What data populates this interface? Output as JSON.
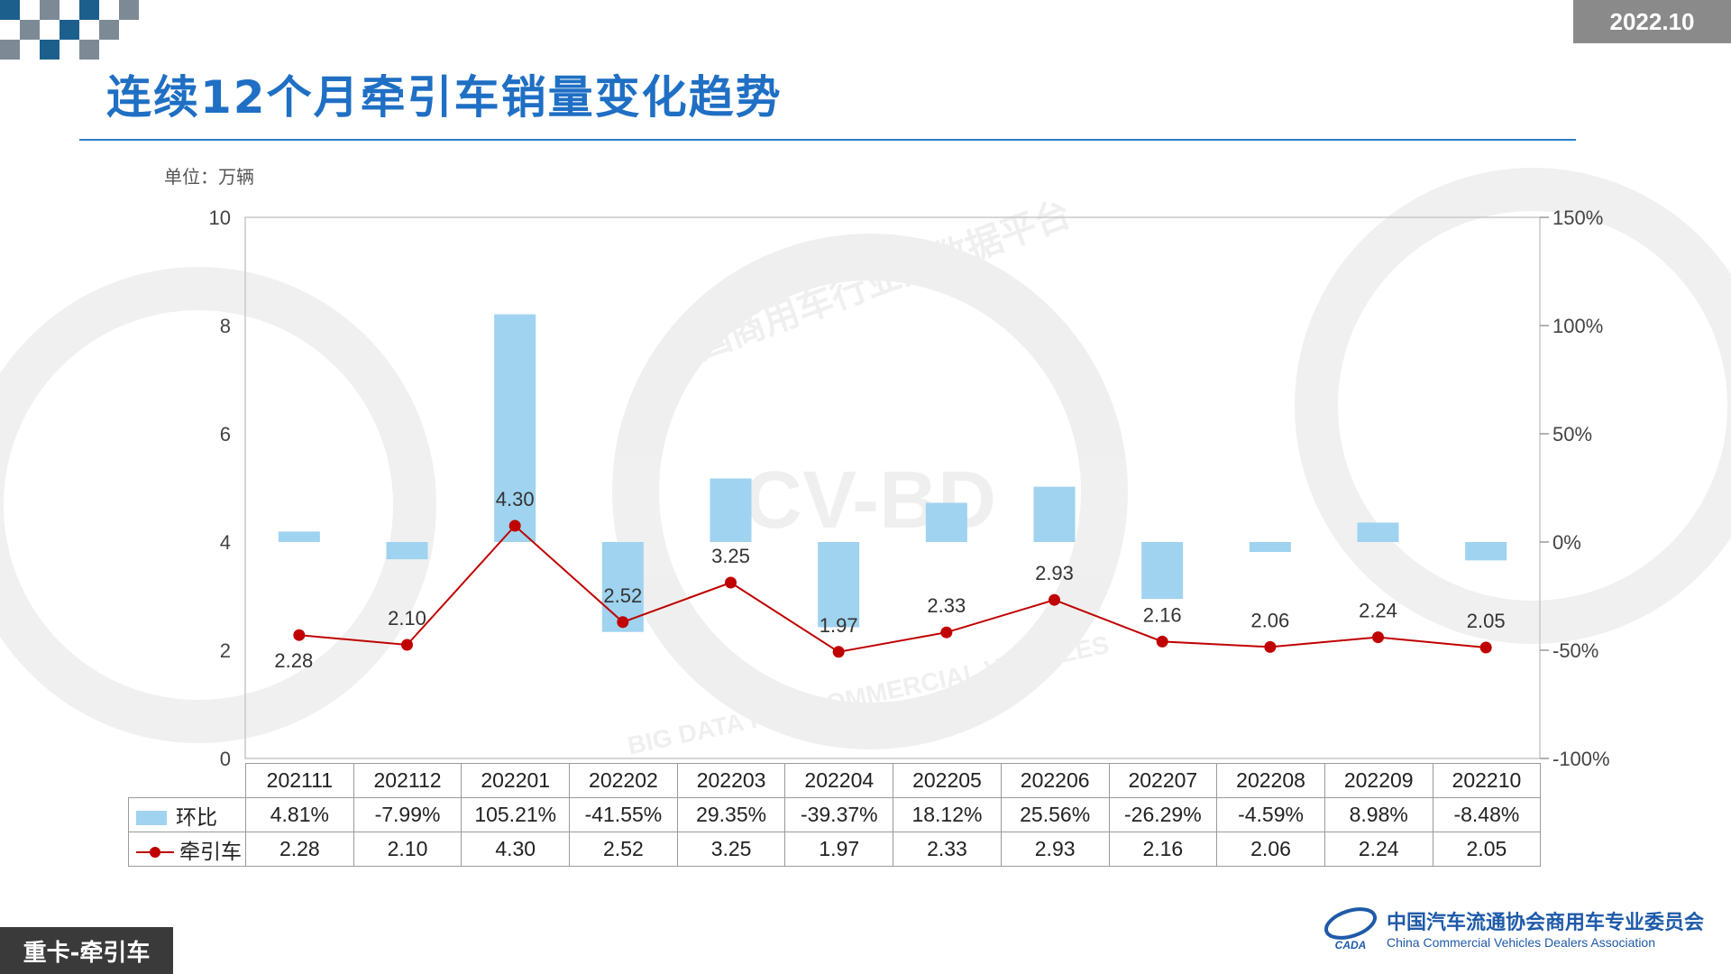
{
  "header": {
    "date_badge": "2022.10",
    "title": "连续12个月牵引车销量变化趋势",
    "unit": "单位：万辆"
  },
  "footer": {
    "tag": "重卡-牵引车",
    "org_cn": "中国汽车流通协会商用车专业委员会",
    "org_en": "China Commercial Vehicles Dealers Association",
    "logo_mark": "CADA"
  },
  "watermark": {
    "text_cn": "全国商用车行业大数据平台",
    "text_en": "BIG DATA FOR COMMERCIAL VEHICLES",
    "text_mark": "CV-BD"
  },
  "colors": {
    "bar": "#9fd3ef",
    "line": "#c00000",
    "title": "#1f6fc4"
  },
  "chart_data": {
    "type": "bar",
    "categories": [
      "202111",
      "202112",
      "202201",
      "202202",
      "202203",
      "202204",
      "202205",
      "202206",
      "202207",
      "202208",
      "202209",
      "202210"
    ],
    "series": [
      {
        "name": "环比",
        "chart": "bar",
        "axis": "right",
        "values": [
          4.81,
          -7.99,
          105.21,
          -41.55,
          29.35,
          -39.37,
          18.12,
          25.56,
          -26.29,
          -4.59,
          8.98,
          -8.48
        ],
        "display": [
          "4.81%",
          "-7.99%",
          "105.21%",
          "-41.55%",
          "29.35%",
          "-39.37%",
          "18.12%",
          "25.56%",
          "-26.29%",
          "-4.59%",
          "8.98%",
          "-8.48%"
        ]
      },
      {
        "name": "牵引车",
        "chart": "line",
        "axis": "left",
        "values": [
          2.28,
          2.1,
          4.3,
          2.52,
          3.25,
          1.97,
          2.33,
          2.93,
          2.16,
          2.06,
          2.24,
          2.05
        ],
        "display": [
          "2.28",
          "2.10",
          "4.30",
          "2.52",
          "3.25",
          "1.97",
          "2.33",
          "2.93",
          "2.16",
          "2.06",
          "2.24",
          "2.05"
        ]
      }
    ],
    "y_left": {
      "min": 0,
      "max": 10,
      "ticks": [
        "0",
        "2",
        "4",
        "6",
        "8",
        "10"
      ]
    },
    "y_right": {
      "min": -100,
      "max": 150,
      "ticks": [
        "-100%",
        "-50%",
        "0%",
        "50%",
        "100%",
        "150%"
      ]
    },
    "grid": false,
    "legend": "data-table"
  }
}
